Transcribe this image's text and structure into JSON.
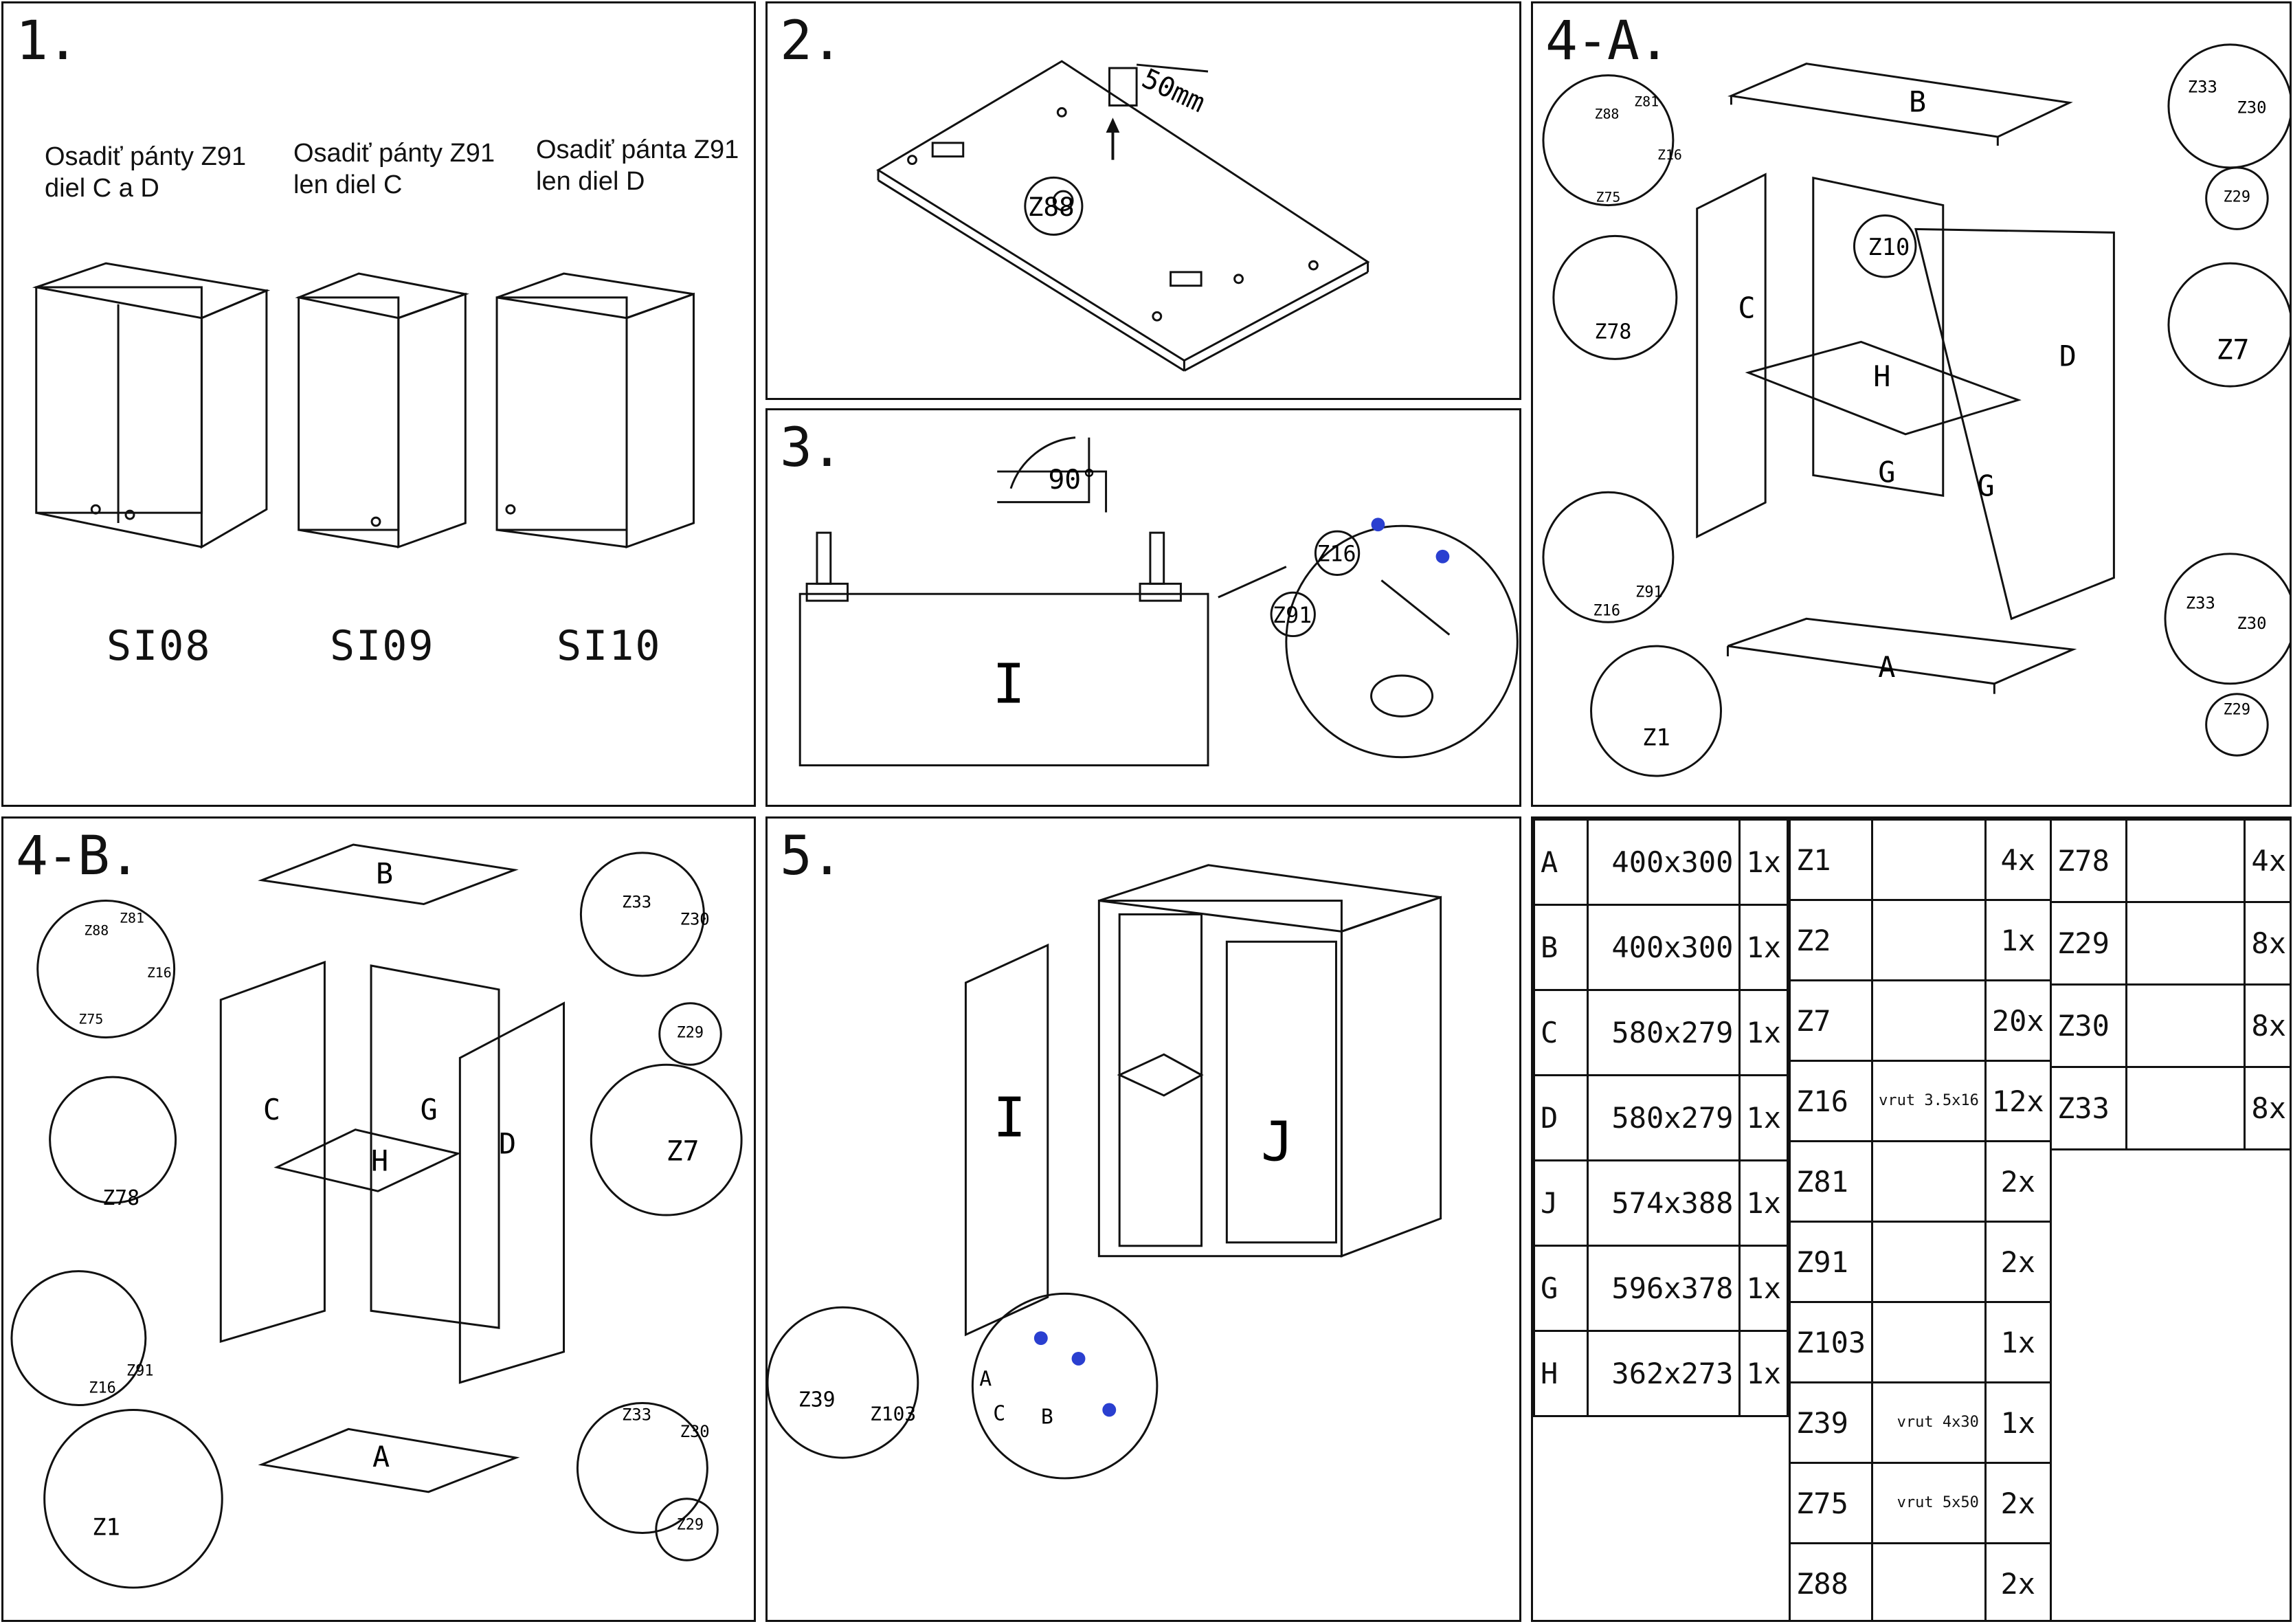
{
  "step1": {
    "num": "1.",
    "options": [
      {
        "line1": "Osadiť pánty Z91",
        "line2": "diel C a D",
        "model": "SI08"
      },
      {
        "line1": "Osadiť pánty Z91",
        "line2": "len diel C",
        "model": "SI09"
      },
      {
        "line1": "Osadiť pánta Z91",
        "line2": "len diel D",
        "model": "SI10"
      }
    ]
  },
  "step2": {
    "num": "2.",
    "dim": "50mm",
    "callout": "Z88"
  },
  "step3": {
    "num": "3.",
    "angle": "90°",
    "part": "I",
    "callouts": [
      "Z16",
      "Z91"
    ]
  },
  "step4a": {
    "num": "4-A.",
    "parts": [
      "B",
      "C",
      "H",
      "D",
      "G",
      "G",
      "A"
    ],
    "callouts": [
      "Z88",
      "Z81",
      "Z16",
      "Z75",
      "Z10",
      "Z78",
      "Z16",
      "Z91",
      "Z1",
      "Z33",
      "Z30",
      "Z29",
      "Z7",
      "Z33",
      "Z30",
      "Z29"
    ]
  },
  "step4b": {
    "num": "4-B.",
    "parts": [
      "B",
      "C",
      "G",
      "H",
      "D",
      "A"
    ],
    "callouts": [
      "Z88",
      "Z81",
      "Z16",
      "Z75",
      "Z78",
      "Z16",
      "Z91",
      "Z1",
      "Z33",
      "Z30",
      "Z29",
      "Z7",
      "Z33",
      "Z30",
      "Z29"
    ]
  },
  "step5": {
    "num": "5.",
    "parts": [
      "I",
      "J"
    ],
    "callouts": [
      "Z39",
      "Z103"
    ],
    "adjust": [
      "A",
      "C",
      "B"
    ]
  },
  "panels_table": [
    {
      "label": "A",
      "size": "400x300",
      "qty": "1x"
    },
    {
      "label": "B",
      "size": "400x300",
      "qty": "1x"
    },
    {
      "label": "C",
      "size": "580x279",
      "qty": "1x"
    },
    {
      "label": "D",
      "size": "580x279",
      "qty": "1x"
    },
    {
      "label": "J",
      "size": "574x388",
      "qty": "1x"
    },
    {
      "label": "G",
      "size": "596x378",
      "qty": "1x"
    },
    {
      "label": "H",
      "size": "362x273",
      "qty": "1x"
    }
  ],
  "hardware_table_1": [
    {
      "code": "Z1",
      "icon": "dowel-icon",
      "sub": "",
      "qty": "4x"
    },
    {
      "code": "Z2",
      "icon": "allen-key-icon",
      "sub": "",
      "qty": "1x"
    },
    {
      "code": "Z7",
      "icon": "nail-icon",
      "sub": "",
      "qty": "20x"
    },
    {
      "code": "Z16",
      "icon": "screw-icon",
      "sub": "vrut 3.5x16",
      "qty": "12x"
    },
    {
      "code": "Z81",
      "icon": "wall-plug-icon",
      "sub": "",
      "qty": "2x"
    },
    {
      "code": "Z91",
      "icon": "hinge-icon",
      "sub": "",
      "qty": "2x"
    },
    {
      "code": "Z103",
      "icon": "wedge-icon",
      "sub": "",
      "qty": "1x"
    },
    {
      "code": "Z39",
      "icon": "screw-icon",
      "sub": "vrut 4x30",
      "qty": "1x"
    },
    {
      "code": "Z75",
      "icon": "long-screw-icon",
      "sub": "vrut 5x50",
      "qty": "2x"
    },
    {
      "code": "Z88",
      "icon": "bracket-icon",
      "sub": "",
      "qty": "2x"
    }
  ],
  "hardware_table_2": [
    {
      "code": "Z78",
      "icon": "shelf-pin-icon",
      "qty": "4x"
    },
    {
      "code": "Z29",
      "icon": "cap-icon",
      "qty": "8x"
    },
    {
      "code": "Z30",
      "icon": "cam-lock-icon",
      "qty": "8x"
    },
    {
      "code": "Z33",
      "icon": "cam-bolt-icon",
      "qty": "8x"
    }
  ]
}
